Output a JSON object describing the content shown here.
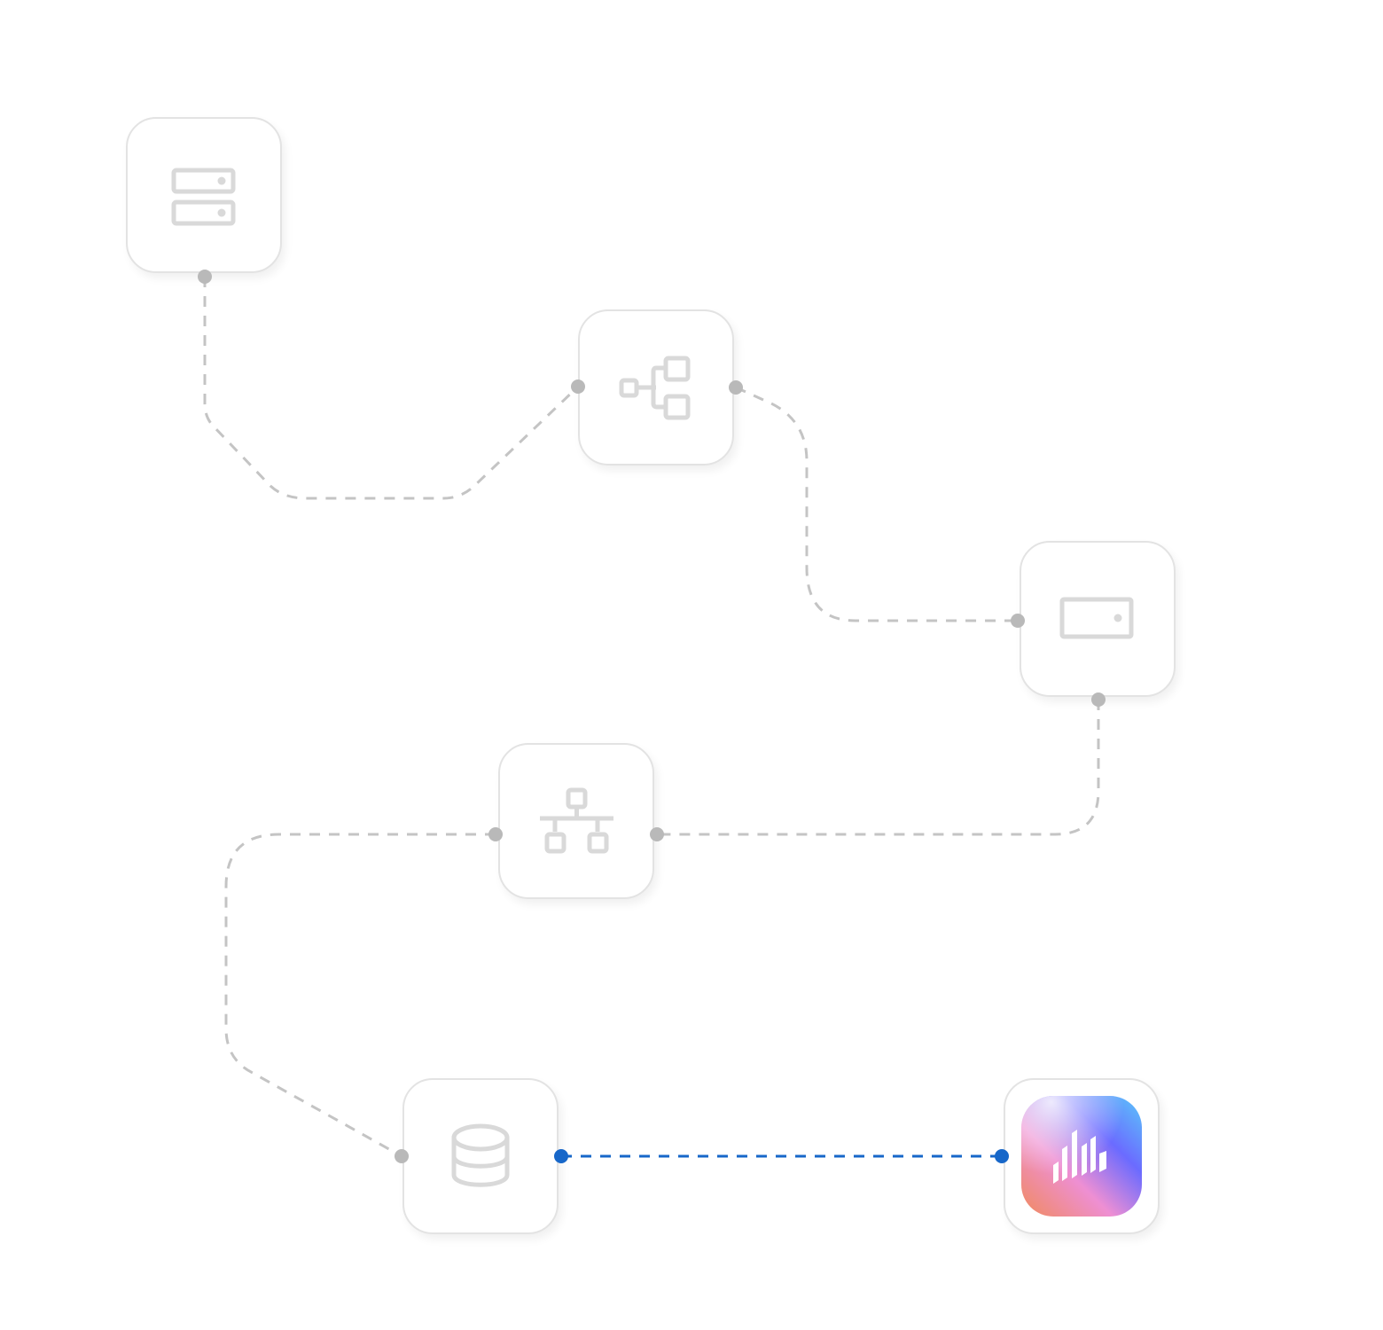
{
  "diagram": {
    "nodes": [
      {
        "id": "storage-server",
        "icon": "server-rack-icon",
        "state": "inactive"
      },
      {
        "id": "hierarchy",
        "icon": "hierarchy-tree-icon",
        "state": "inactive"
      },
      {
        "id": "drive",
        "icon": "hard-drive-icon",
        "state": "inactive"
      },
      {
        "id": "network",
        "icon": "network-topology-icon",
        "state": "inactive"
      },
      {
        "id": "database",
        "icon": "database-icon",
        "state": "inactive"
      },
      {
        "id": "analytics-app",
        "icon": "analytics-app-logo",
        "state": "active"
      }
    ],
    "connections": [
      {
        "from": "storage-server",
        "to": "hierarchy",
        "style": "dashed",
        "state": "inactive"
      },
      {
        "from": "hierarchy",
        "to": "drive",
        "style": "dashed",
        "state": "inactive"
      },
      {
        "from": "drive",
        "to": "network",
        "style": "dashed",
        "state": "inactive"
      },
      {
        "from": "network",
        "to": "database",
        "style": "dashed",
        "state": "inactive"
      },
      {
        "from": "database",
        "to": "analytics-app",
        "style": "dashed",
        "state": "active"
      }
    ]
  },
  "colors": {
    "inactive_line": "#c4c4c4",
    "inactive_dot": "#b9b9b9",
    "active": "#1767c9",
    "icon_gray": "#d9d9d9",
    "node_border": "#e3e3e3",
    "logo_gradient": [
      "#f08a5d",
      "#ee8fd3",
      "#6b6bff",
      "#5ac8fa"
    ]
  }
}
